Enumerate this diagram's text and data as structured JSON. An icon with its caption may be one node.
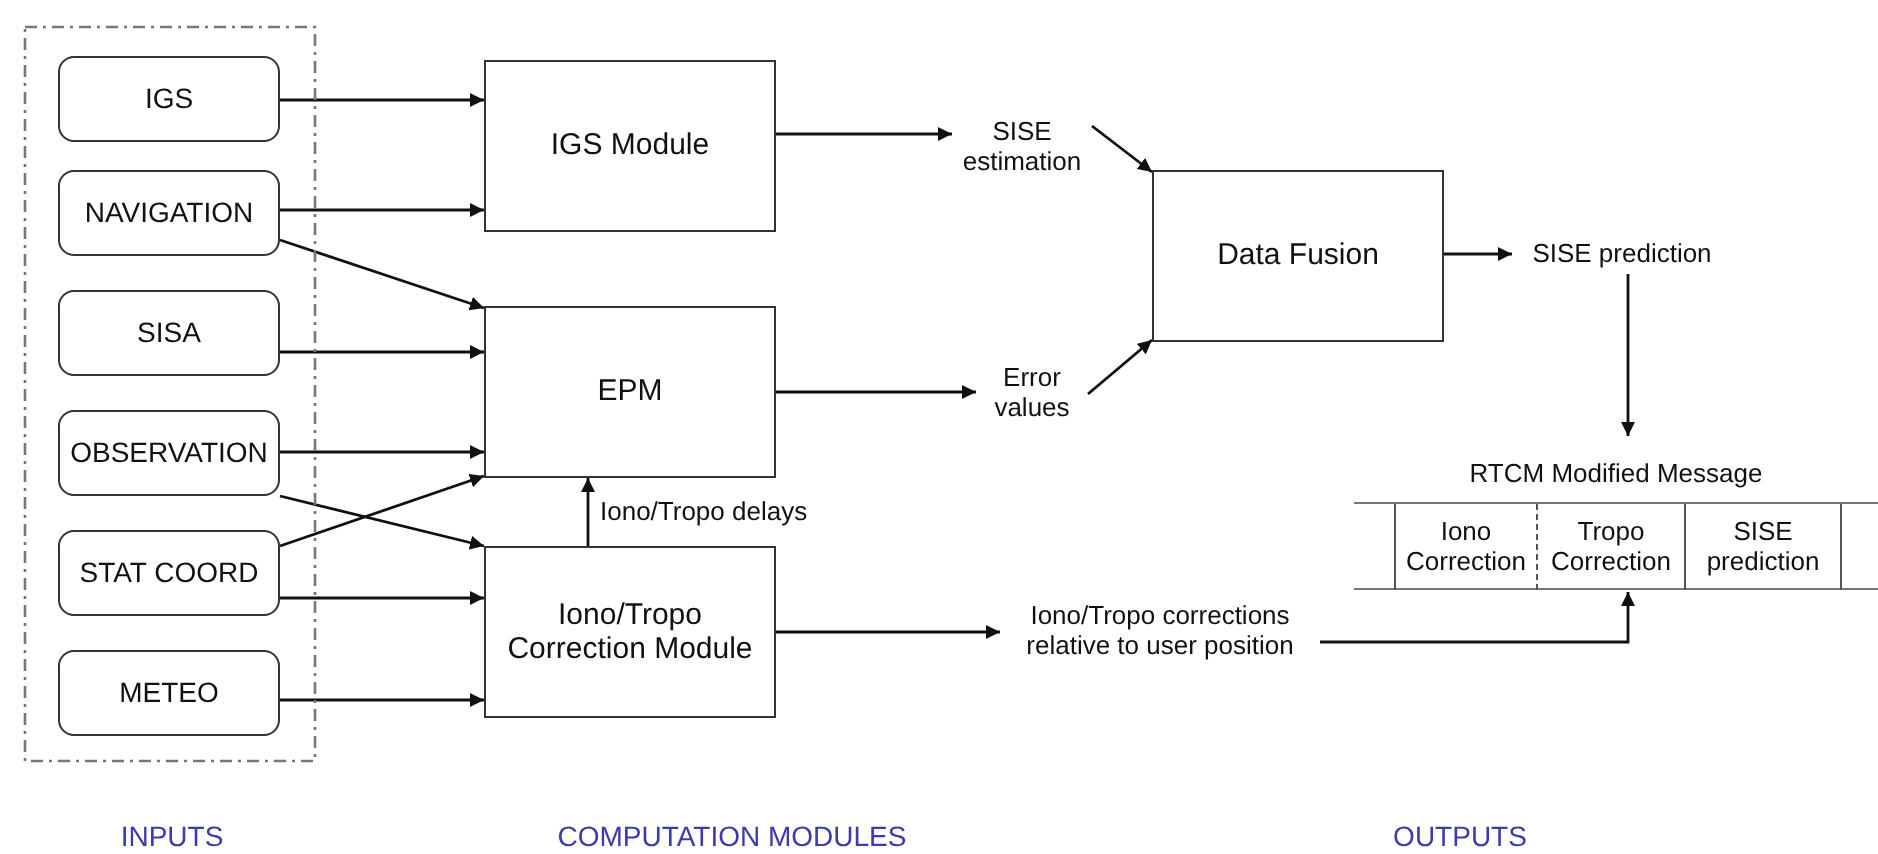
{
  "diagram": {
    "nodes": [
      {
        "text": [],
        "shape": "box"
      },
      {
        "text": [
          "IGS"
        ],
        "in": 0
      },
      {
        "text": [
          "NAVIGATION"
        ],
        "in": 0
      },
      {
        "text": [
          "SISA"
        ],
        "in": 0
      },
      {
        "text": [
          "OBSERVATION"
        ],
        "in": 0
      },
      {
        "text": [
          "STAT COORD"
        ],
        "in": 0
      },
      {
        "text": [
          "METEO"
        ],
        "in": 0
      },
      {
        "text": [
          "IGS Module"
        ]
      },
      {
        "text": [
          "EPM"
        ]
      },
      {
        "text": [
          "Iono/Tropo Correction Module"
        ]
      },
      {
        "text": [
          "SISE estimation"
        ]
      },
      {
        "text": [
          "Error values"
        ]
      },
      {
        "text": [
          "Data Fusion"
        ]
      },
      {
        "text": [
          "SISE prediction"
        ]
      },
      {
        "text": [
          "Iono/Tropo corrections relative to user position"
        ]
      },
      {
        "text": [
          "RTCM Modified Message"
        ]
      },
      {
        "text": [
          "Iono Correction"
        ],
        "in": 15
      },
      {
        "text": [
          "Tropo Correction"
        ],
        "in": 15
      },
      {
        "text": [
          "SISE prediction"
        ],
        "in": 15
      }
    ],
    "edges": [
      {
        "from": 1,
        "to": 7,
        "arrow": "to"
      },
      {
        "from": 2,
        "to": 7,
        "arrow": "to"
      },
      {
        "from": 2,
        "to": 8,
        "arrow": "to"
      },
      {
        "from": 3,
        "to": 8,
        "arrow": "to"
      },
      {
        "from": 4,
        "to": 8,
        "arrow": "to"
      },
      {
        "from": 4,
        "to": 9,
        "arrow": "to"
      },
      {
        "from": 5,
        "to": 8,
        "arrow": "to"
      },
      {
        "from": 5,
        "to": 9,
        "arrow": "to"
      },
      {
        "from": 6,
        "to": 9,
        "arrow": "to"
      },
      {
        "from": 9,
        "to": 8,
        "arrow": "to",
        "label": "Iono/Tropo delays"
      },
      {
        "from": 7,
        "to": 10,
        "arrow": "to"
      },
      {
        "from": 8,
        "to": 11,
        "arrow": "to"
      },
      {
        "from": 10,
        "to": 12,
        "arrow": "to"
      },
      {
        "from": 11,
        "to": 12,
        "arrow": "to"
      },
      {
        "from": 12,
        "to": 13,
        "arrow": "to"
      },
      {
        "from": 13,
        "to": 15,
        "arrow": "to"
      },
      {
        "from": 9,
        "to": 14,
        "arrow": "to"
      },
      {
        "from": 14,
        "to": 15,
        "arrow": "to"
      }
    ],
    "labels": [
      "INPUTS",
      "COMPUTATION MODULES",
      "OUTPUTS"
    ]
  }
}
